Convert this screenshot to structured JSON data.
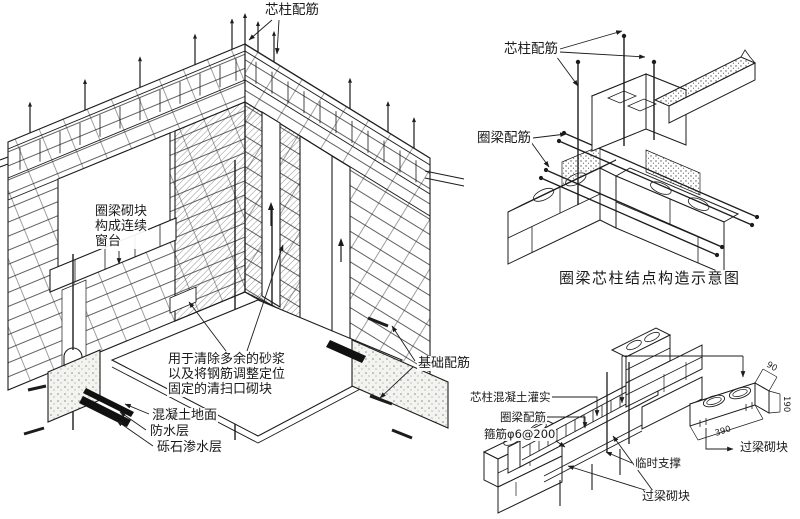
{
  "colors": {
    "ink": "#1c1c1c",
    "paper": "#ffffff"
  },
  "main": {
    "label_core_column_rebar": "芯柱配筋",
    "sill_label": {
      "lines": [
        "圈梁砌块",
        "构成连续",
        "窗台"
      ]
    },
    "cleanout_label": {
      "lines": [
        "用于清除多余的砂浆",
        "以及将钢筋调整定位",
        "固定的清扫口砌块"
      ]
    },
    "label_concrete_floor": "混凝土地面",
    "label_waterproof_layer": "防水层",
    "label_gravel_layer": "砾石渗水层",
    "label_foundation_rebar": "基础配筋"
  },
  "joint_detail": {
    "label_core_column_rebar": "芯柱配筋",
    "label_ring_beam_rebar": "圈梁配筋",
    "title": "圈梁芯柱结点构造示意图"
  },
  "lintel_detail": {
    "label_core_grout": "芯柱混凝土灌实",
    "label_ring_beam_rebar": "圈梁配筋",
    "label_stirrup": "箍筋φ6@200",
    "label_temp_support": "临时支撑",
    "label_lintel_block_wall": "过梁砌块",
    "label_lintel_block_detail": "过梁砌块",
    "dims": {
      "width": "90",
      "height": "190",
      "length": "390"
    }
  }
}
